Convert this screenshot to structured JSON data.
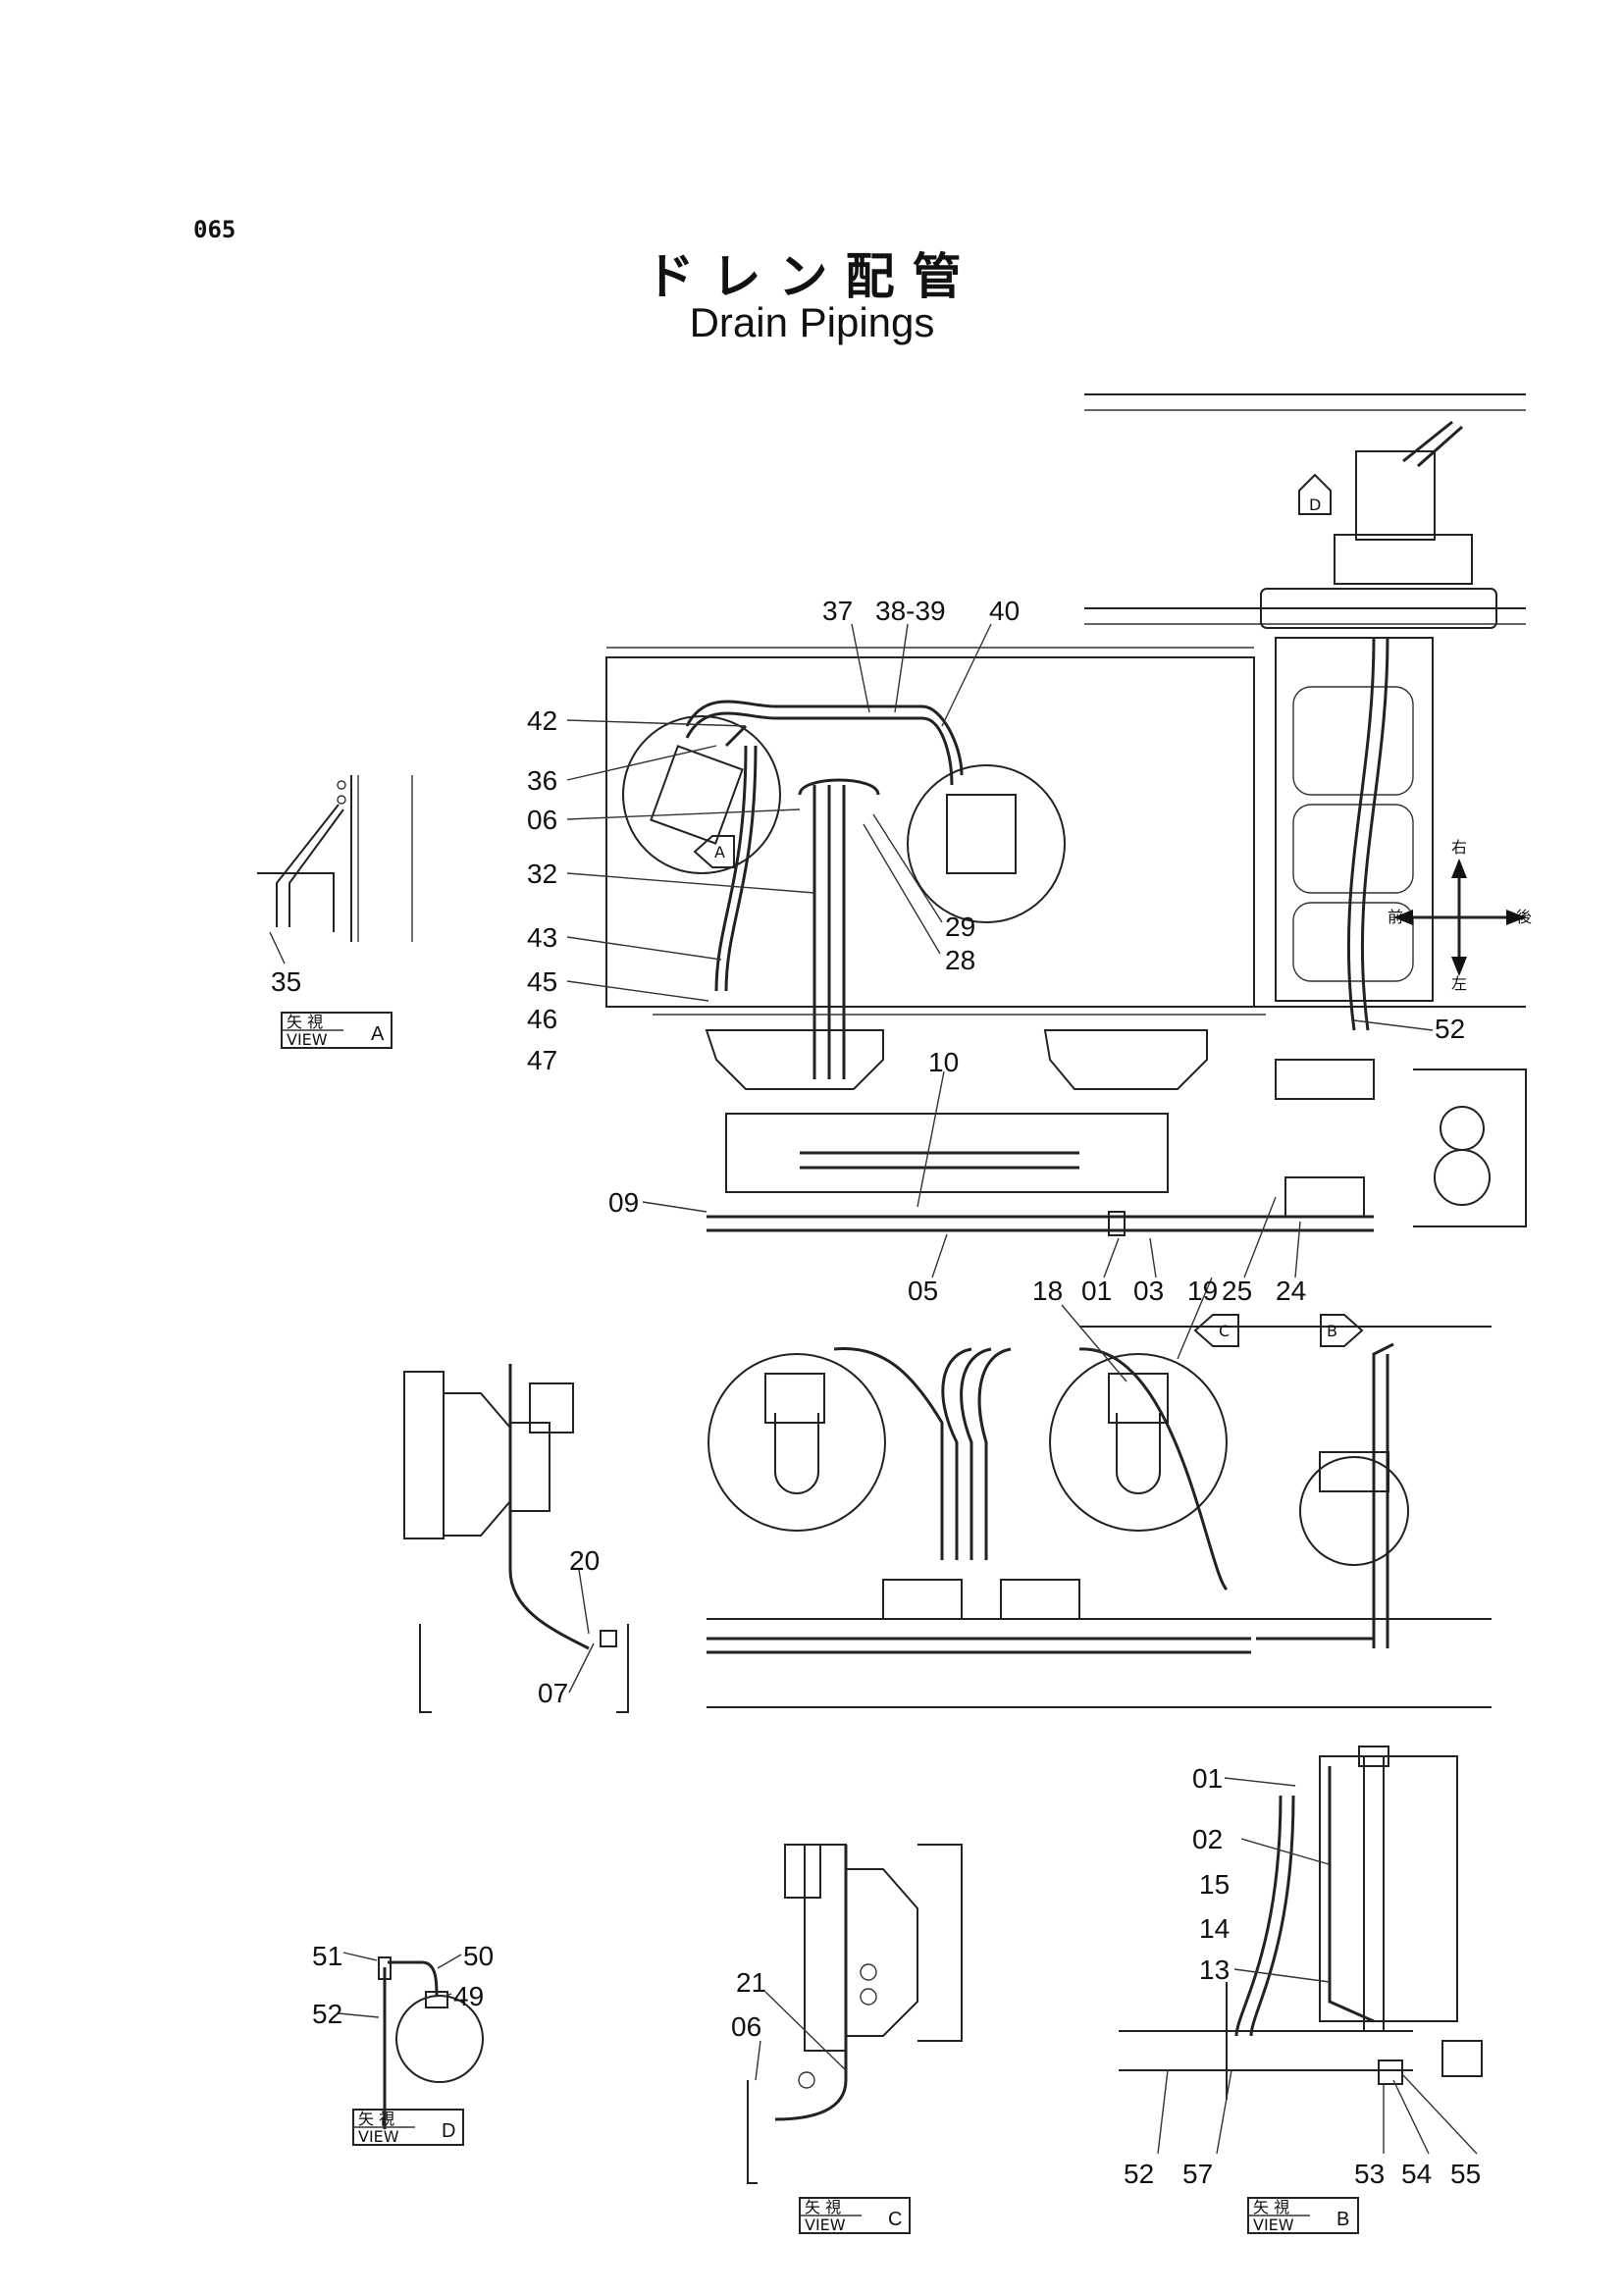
{
  "page_number": "065",
  "title_jp": "ドレン配管",
  "title_en": "Drain Pipings",
  "compass": {
    "right": "右",
    "front": "前",
    "rear": "後",
    "left": "左"
  },
  "arrows": {
    "a": "A",
    "b": "B",
    "c": "C",
    "d": "D"
  },
  "view_boxes": {
    "a": {
      "jp": "矢 視",
      "en": "VIEW",
      "letter": "A"
    },
    "b": {
      "jp": "矢 視",
      "en": "VIEW",
      "letter": "B"
    },
    "c": {
      "jp": "矢 視",
      "en": "VIEW",
      "letter": "C"
    },
    "d": {
      "jp": "矢 視",
      "en": "VIEW",
      "letter": "D"
    }
  },
  "labels": {
    "l37": "37",
    "l3839": "38-39",
    "l40": "40",
    "l42": "42",
    "l36": "36",
    "l06a": "06",
    "l32": "32",
    "l29": "29",
    "l28": "28",
    "l43": "43",
    "l45": "45",
    "l46": "46",
    "l47": "47",
    "l52a": "52",
    "l10": "10",
    "l09": "09",
    "l05": "05",
    "l18": "18",
    "l01a": "01",
    "l03": "03",
    "l19": "19",
    "l25": "25",
    "l24": "24",
    "l35": "35",
    "l20": "20",
    "l07": "07",
    "l01b": "01",
    "l02": "02",
    "l15": "15",
    "l14": "14",
    "l13": "13",
    "l51": "51",
    "l50": "50",
    "l49": "49",
    "l52b": "52",
    "l21": "21",
    "l06b": "06",
    "l52c": "52",
    "l57": "57",
    "l53": "53",
    "l54": "54",
    "l55": "55"
  }
}
